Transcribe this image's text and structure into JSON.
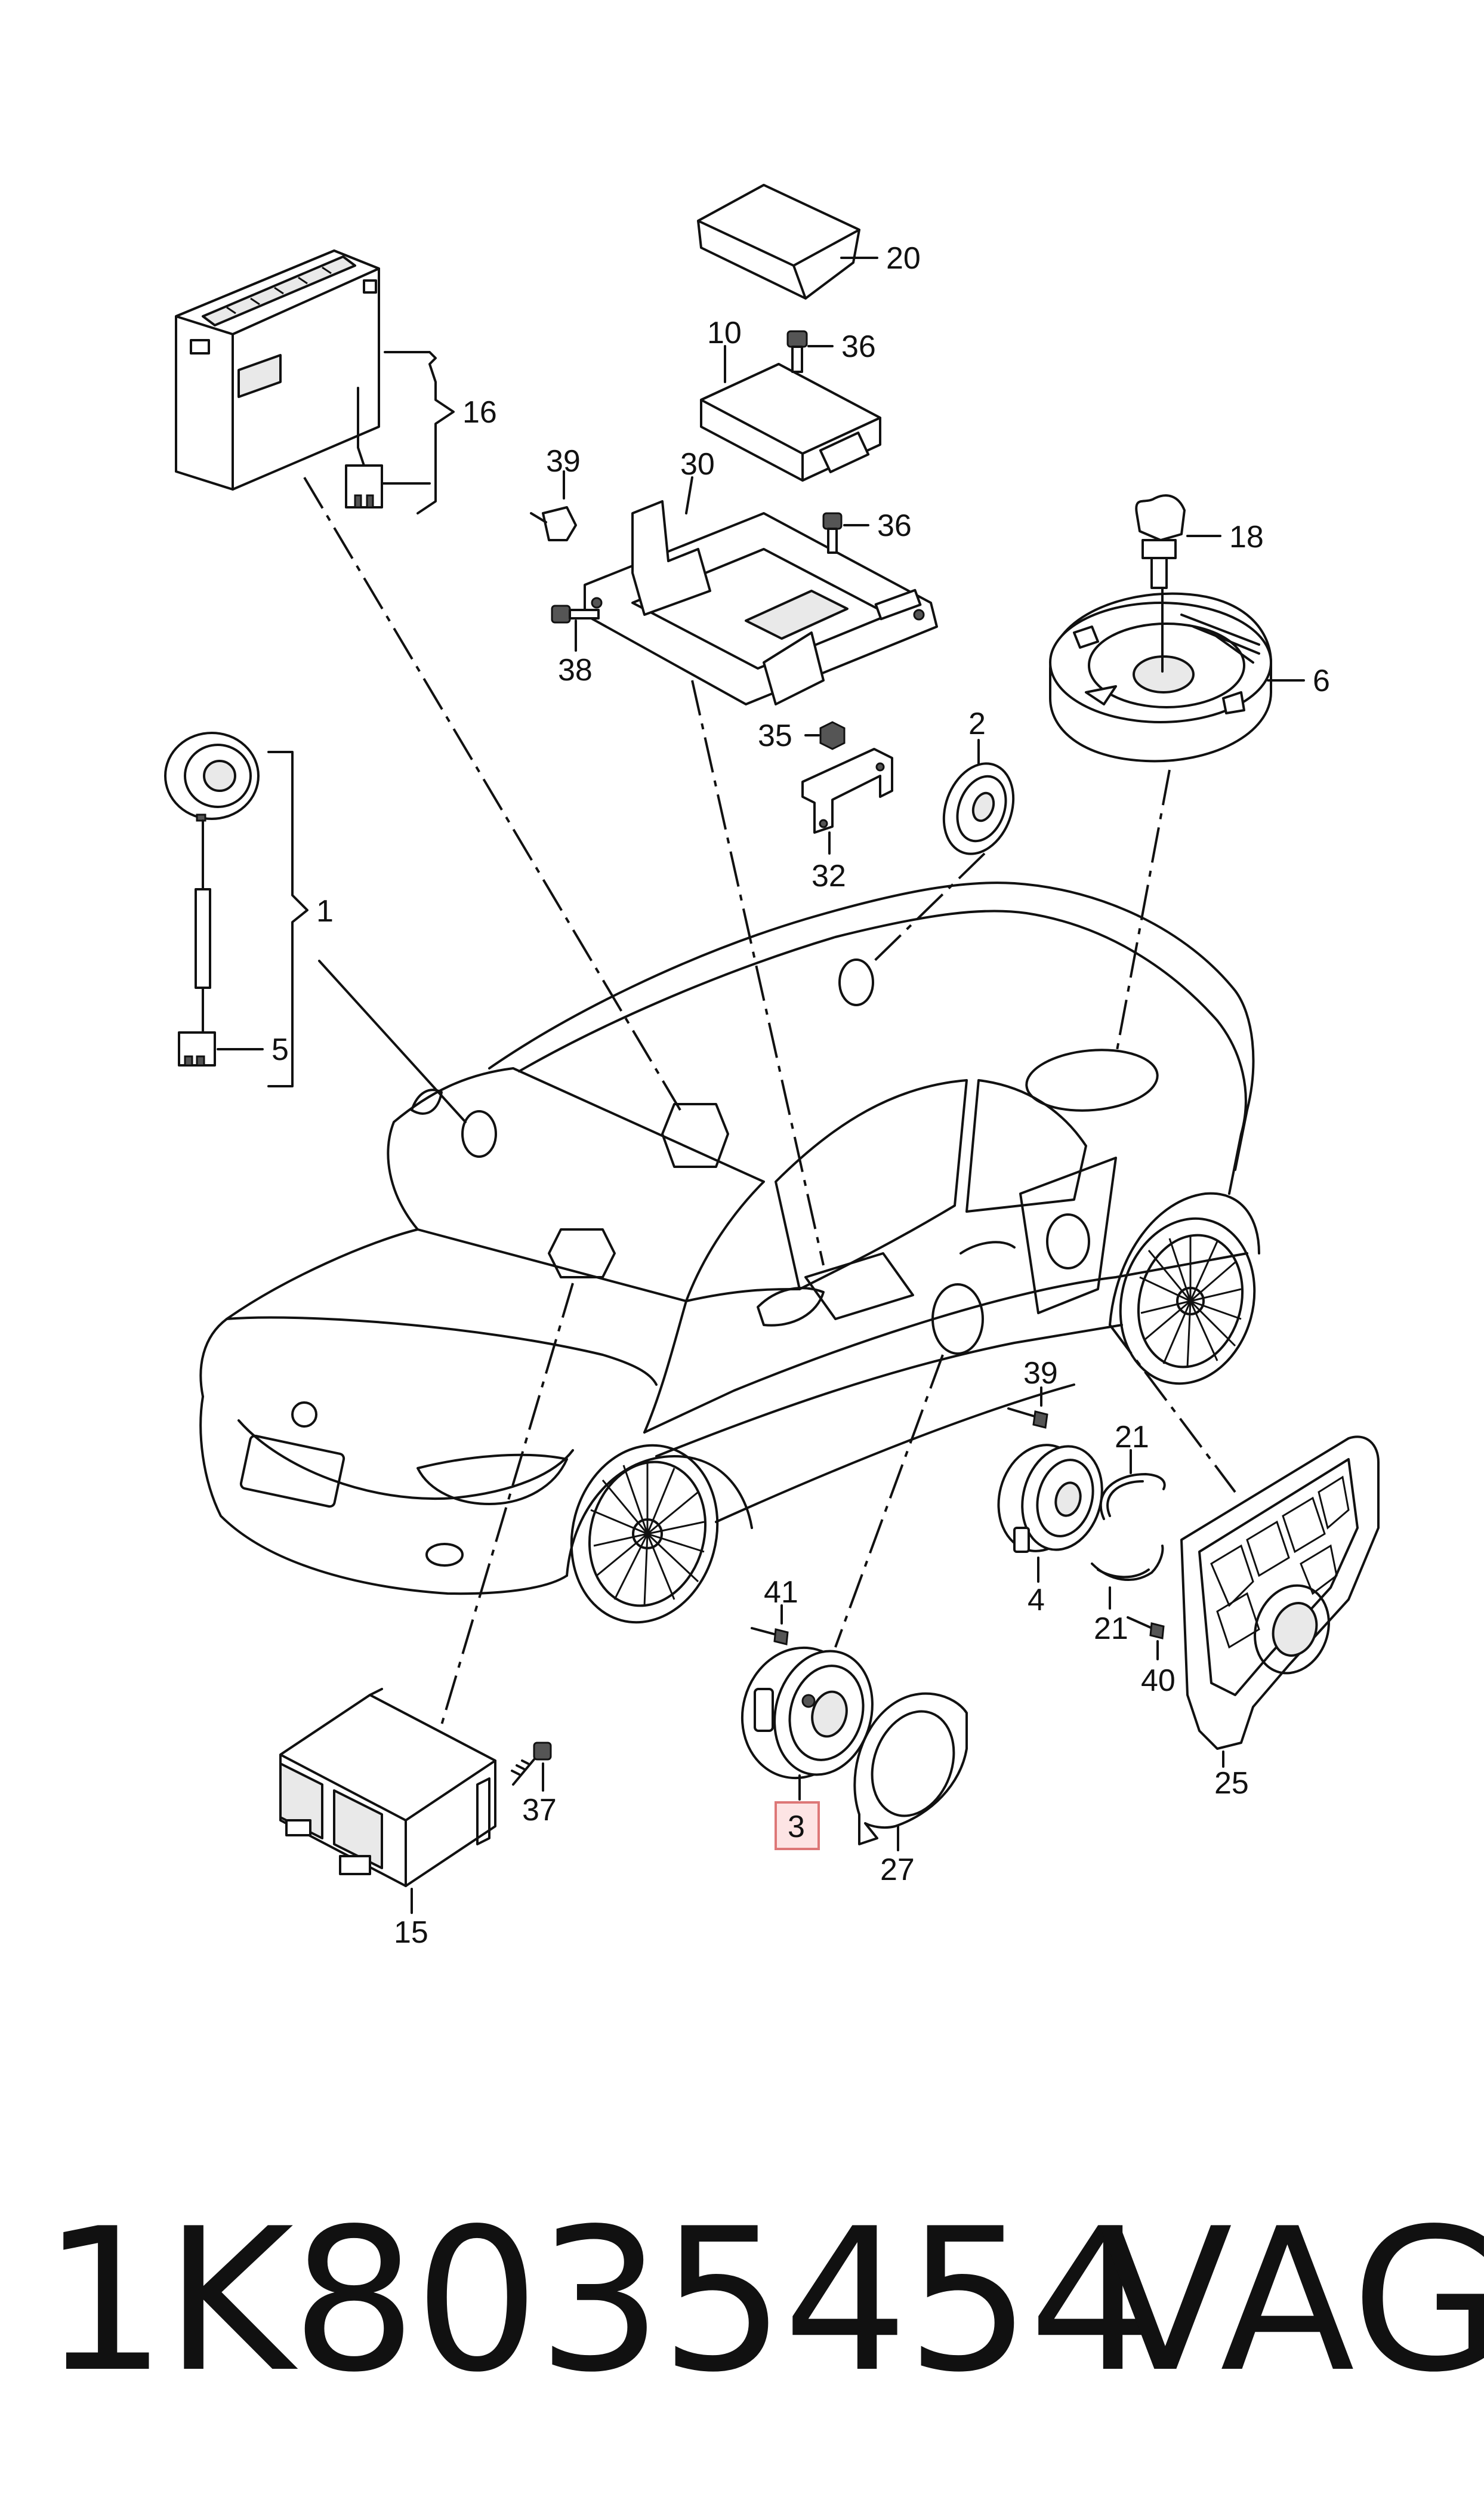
{
  "diagram": {
    "callouts": {
      "p1": "1",
      "p2": "2",
      "p3": "3",
      "p4": "4",
      "p5": "5",
      "p6": "6",
      "p10": "10",
      "p15": "15",
      "p16": "16",
      "p18": "18",
      "p20": "20",
      "p21a": "21",
      "p21b": "21",
      "p25": "25",
      "p27": "27",
      "p30": "30",
      "p32": "32",
      "p35": "35",
      "p36a": "36",
      "p36b": "36",
      "p37": "37",
      "p38": "38",
      "p39a": "39",
      "p39b": "39",
      "p40": "40",
      "p41": "41"
    },
    "highlighted_callout": "3",
    "highlight_color": "#fde4e4"
  },
  "footer": {
    "part_number": "1K8035454",
    "brand": "VAG"
  }
}
